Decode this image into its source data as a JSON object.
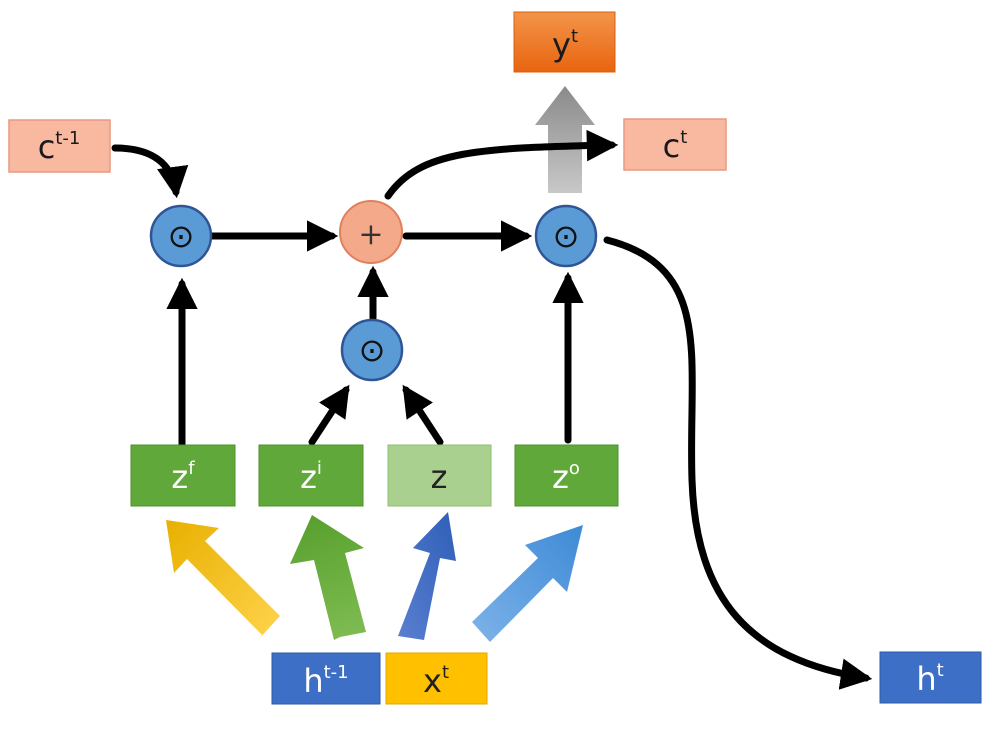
{
  "diagram": {
    "nodes": {
      "c_prev": {
        "base": "c",
        "sup": "t-1"
      },
      "c_next": {
        "base": "c",
        "sup": "t"
      },
      "y_out": {
        "base": "y",
        "sup": "t"
      },
      "h_prev": {
        "base": "h",
        "sup": "t-1"
      },
      "x_in": {
        "base": "x",
        "sup": "t"
      },
      "h_next": {
        "base": "h",
        "sup": "t"
      },
      "z_forget": {
        "base": "z",
        "sup": "f"
      },
      "z_input": {
        "base": "z",
        "sup": "i"
      },
      "z_cell": {
        "base": "z",
        "sup": ""
      },
      "z_output": {
        "base": "z",
        "sup": "o"
      }
    },
    "operators": {
      "mult": "⊙",
      "add": "+"
    }
  },
  "colors": {
    "salmon": "#f8b9a0",
    "salmon_border": "#e89a80",
    "orange": "#ee7322",
    "green": "#61a83a",
    "green_light": "#a9d08e",
    "blue_box": "#3d6fc6",
    "yellow_box": "#ffc000",
    "circle_blue": "#5b9bd5",
    "circle_border": "#2f5597",
    "circle_salmon": "#f4a98a"
  }
}
